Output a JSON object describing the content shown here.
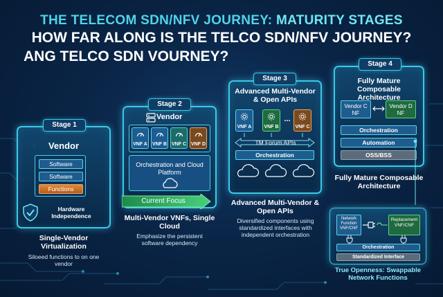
{
  "title": {
    "line1_prefix": "THE TELECOM SDN/NFV JOURNEY: ",
    "line1_highlight": "MATURITY STAGES",
    "line2": "HOW FAR ALONG IS THE TELCO SDN/NFV JOURNEY?",
    "line3": "ANG TELCO SDN VOURNEY?"
  },
  "stage1": {
    "tab": "Stage 1",
    "vendor": "Vendor",
    "stack": [
      "Software",
      "Software",
      "Functions"
    ],
    "badge": "Hardware Independence",
    "headline": "Single-Vendor Virtualization",
    "description": "Siloeed functions to on one vendor"
  },
  "stage2": {
    "tab": "Stage 2",
    "vendor": "Vendor",
    "vnfs": [
      "VNF A",
      "VNF B",
      "VNF C",
      "VNF D"
    ],
    "orchestration": "Orchestration and Cloud Platform",
    "current_focus": "Current Focus",
    "headline": "Multi-Vendor VNFs, Single Cloud",
    "description": "Emphasize the persistent software dependency"
  },
  "stage3": {
    "tab": "Stage 3",
    "card_title": "Advanced Multi-Vendor & Open APIs",
    "vnfs": [
      "VNF A",
      "VNF B",
      "VNF C"
    ],
    "ellipsis": "...",
    "api": "TM Forum APIs",
    "orchestration": "Orchestration",
    "headline": "Advanced Multi-Vendor & Open APIs",
    "description": "Diversified components using standardized interfaces with independent orchestration"
  },
  "stage4": {
    "tab": "Stage 4",
    "card_title": "Fully Mature Composable Architecture",
    "vendor_c": "Vendor C NF",
    "vendor_d": "Vendor D NF",
    "layers": [
      "Orchestration",
      "Automation",
      "OSS/BSS"
    ],
    "headline": "Fully Mature Composable Architecture"
  },
  "inset": {
    "left_nf": "Network Function VNF/CNF",
    "right_nf": "Replacement VNF/CNF",
    "orchestration": "Orchestration",
    "interface": "Standardized Interface",
    "caption": "True Openness: Swappable Network Functions"
  }
}
